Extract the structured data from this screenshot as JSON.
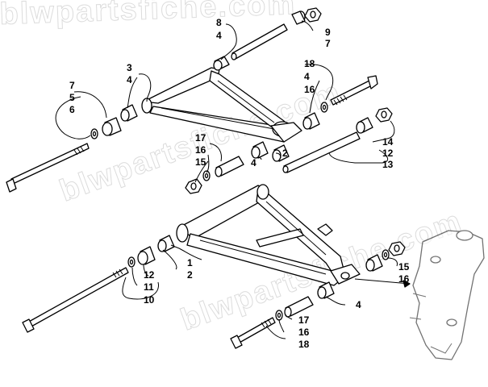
{
  "watermark": "blwpartsfiche.com",
  "callouts": {
    "c8": "8",
    "c4a": "4",
    "c9": "9",
    "c7a": "7",
    "c3": "3",
    "c4b": "4",
    "c18a": "18",
    "c4c": "4",
    "c16a": "16",
    "c7b": "7",
    "c5": "5",
    "c6": "6",
    "c17a": "17",
    "c16b": "16",
    "c15a": "15",
    "c4d": "4",
    "c2a": "2",
    "c14": "14",
    "c12a": "12",
    "c13": "13",
    "c1": "1",
    "c2b": "2",
    "c12b": "12",
    "c11": "11",
    "c10": "10",
    "c15b": "15",
    "c16c": "16",
    "c4e": "4",
    "c17b": "17",
    "c16d": "16",
    "c18b": "18"
  },
  "colors": {
    "line": "#000000",
    "watermark": "#dcdcdc",
    "background": "#ffffff"
  }
}
